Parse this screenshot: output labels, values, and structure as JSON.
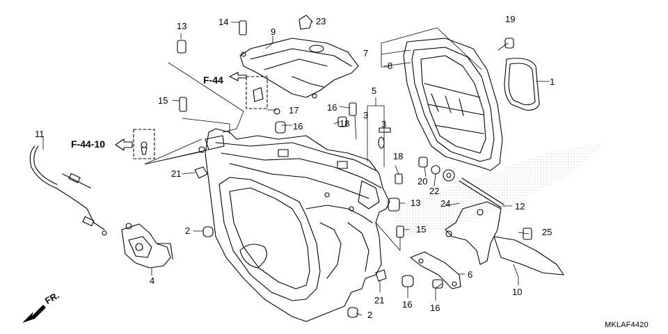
{
  "diagram": {
    "code": "MKLAF4420",
    "direction": "FR.",
    "refs": {
      "f44": "F-44",
      "f4410": "F-44-10"
    },
    "callouts": {
      "c1": "1",
      "c2a": "2",
      "c2b": "2",
      "c3a": "3",
      "c3b": "3",
      "c4": "4",
      "c5": "5",
      "c6": "6",
      "c7": "7",
      "c8": "8",
      "c9": "9",
      "c10": "10",
      "c11": "11",
      "c12": "12",
      "c13a": "13",
      "c13b": "13",
      "c14": "14",
      "c15a": "15",
      "c15b": "15",
      "c16a": "16",
      "c16b": "16",
      "c16c": "16",
      "c16d": "16",
      "c17": "17",
      "c18a": "18",
      "c18b": "18",
      "c19": "19",
      "c20": "20",
      "c21a": "21",
      "c21b": "21",
      "c22": "22",
      "c23": "23",
      "c24": "24",
      "c25": "25"
    }
  }
}
